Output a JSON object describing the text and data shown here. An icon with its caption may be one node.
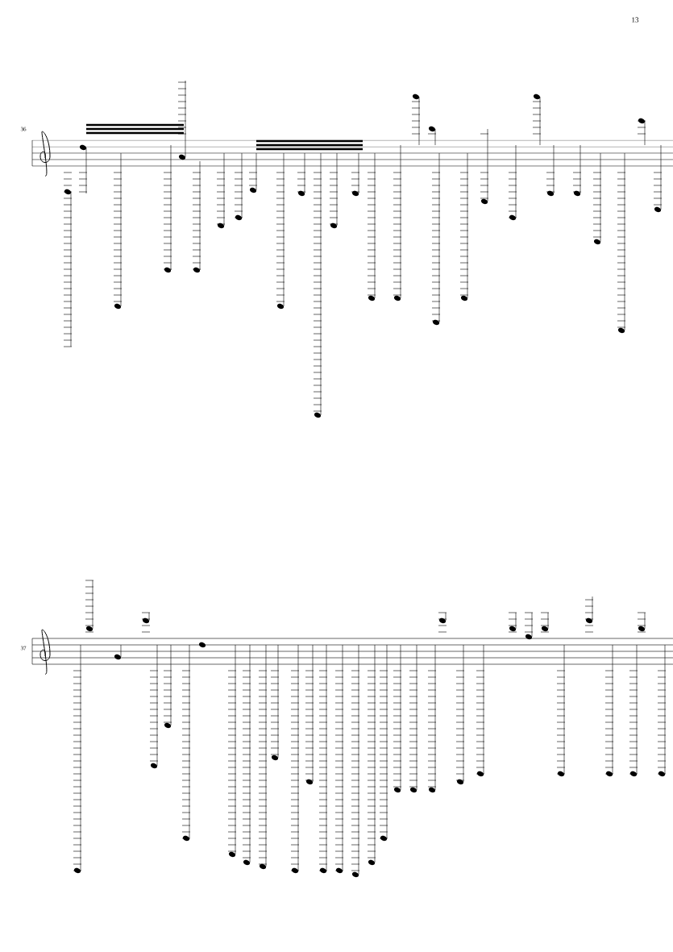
{
  "diagram": {
    "labels": [
      "13",
      "36",
      "37"
    ]
  }
}
